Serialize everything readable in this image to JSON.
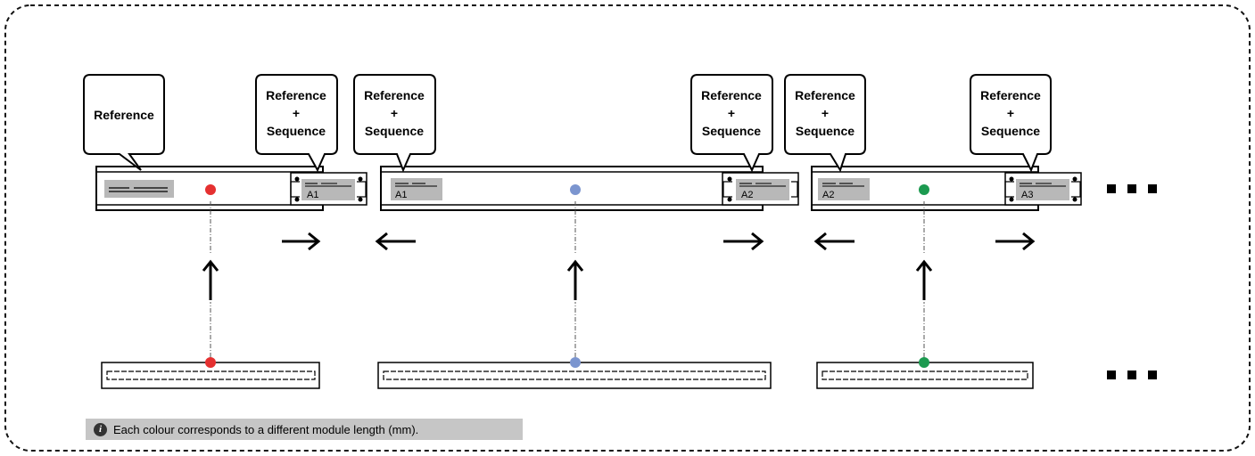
{
  "callouts": {
    "reference": "Reference",
    "plus": "+",
    "sequence": "Sequence"
  },
  "tags": {
    "a1": "A1",
    "a2": "A2",
    "a3": "A3"
  },
  "note": {
    "icon": "info-icon",
    "text": "Each colour corresponds to a different module length (mm)."
  },
  "colors": {
    "red": "#e53030",
    "blue": "#7b95cf",
    "green": "#1c9a50",
    "tag_grey": "#b8b8b8",
    "note_grey": "#c6c6c6"
  }
}
